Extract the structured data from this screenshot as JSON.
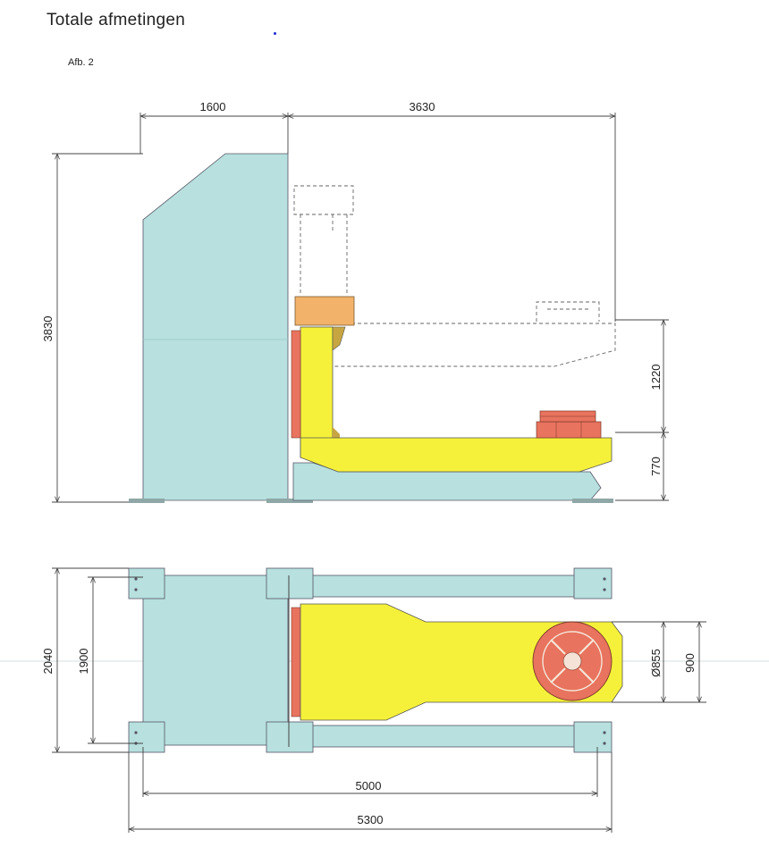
{
  "header": {
    "title": "Totale afmetingen",
    "figure_label": "Afb. 2"
  },
  "side_view": {
    "dim_top_left": "1600",
    "dim_top_right": "3630",
    "dim_height_total": "3830",
    "dim_lift": "1220",
    "dim_table_height": "770"
  },
  "top_view": {
    "dim_width_outer": "2040",
    "dim_width_inner": "1900",
    "dim_table_diameter": "Ø855",
    "dim_table_width": "900",
    "dim_length_inner": "5000",
    "dim_length_outer": "5300"
  },
  "colors": {
    "frame": "#b7e0de",
    "arm": "#f5f13a",
    "turntable": "#e8735e",
    "head_block": "#f2b26a"
  }
}
